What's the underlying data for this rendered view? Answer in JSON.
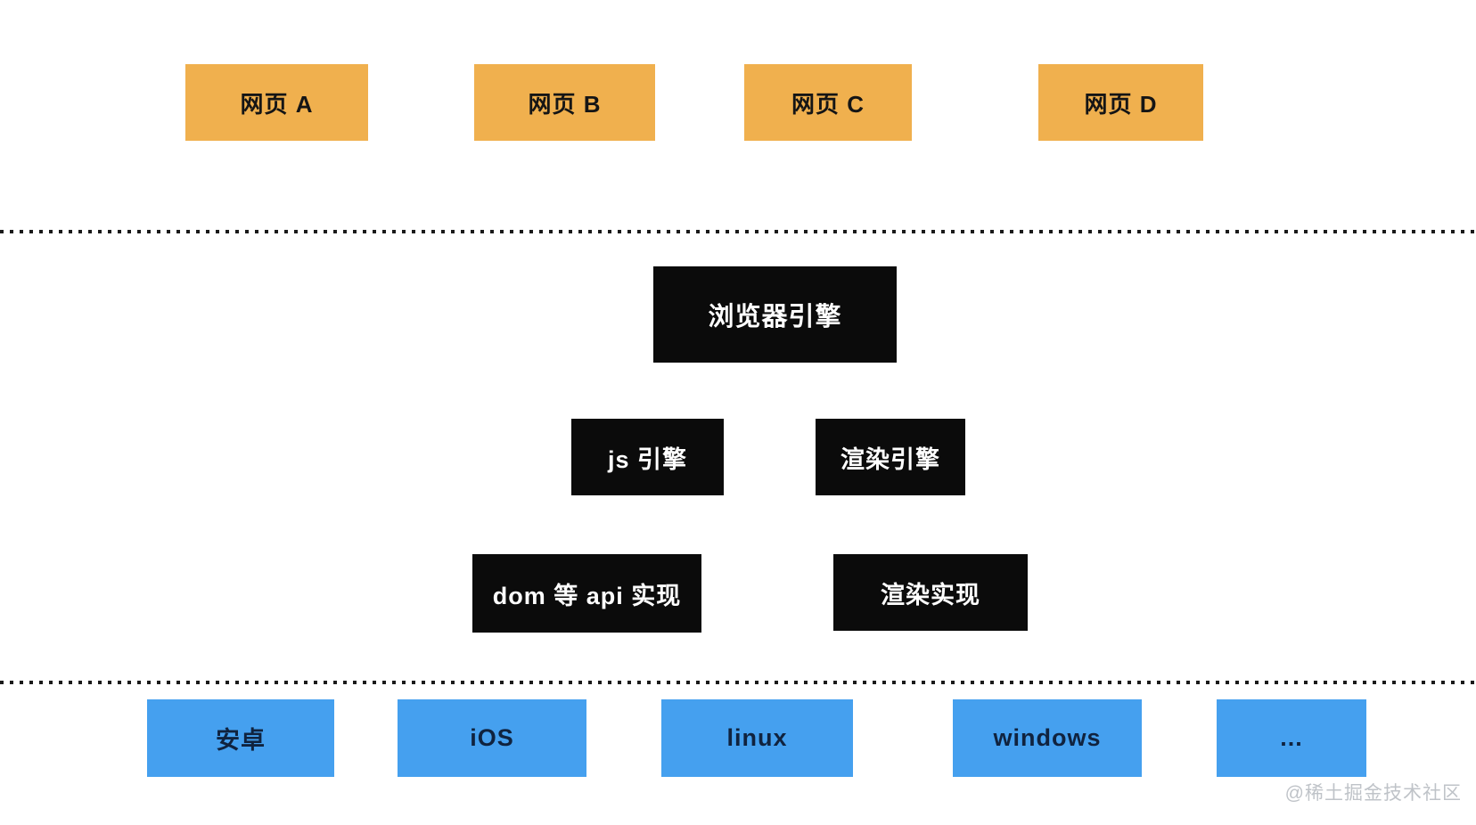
{
  "diagram": {
    "title_implicit": "browser architecture layers",
    "webpages": [
      {
        "label": "网页 A"
      },
      {
        "label": "网页 B"
      },
      {
        "label": "网页 C"
      },
      {
        "label": "网页 D"
      }
    ],
    "browser_engine": {
      "label": "浏览器引擎"
    },
    "engines": [
      {
        "label": "js 引擎"
      },
      {
        "label": "渲染引擎"
      }
    ],
    "implementations": [
      {
        "label": "dom 等 api 实现"
      },
      {
        "label": "渲染实现"
      }
    ],
    "platforms": [
      {
        "label": "安卓"
      },
      {
        "label": "iOS"
      },
      {
        "label": "linux"
      },
      {
        "label": "windows"
      },
      {
        "label": "..."
      }
    ],
    "watermark": "@稀土掘金技术社区"
  },
  "colors": {
    "webpage_box": "#F0B04E",
    "engine_box": "#0B0B0B",
    "engine_box_text": "#FFFFFF",
    "platform_box": "#45A0EF",
    "box_text": "#151515",
    "divider_dots": "#1A1A1A",
    "watermark_text": "#BFC3C8",
    "background": "#FFFFFF"
  }
}
